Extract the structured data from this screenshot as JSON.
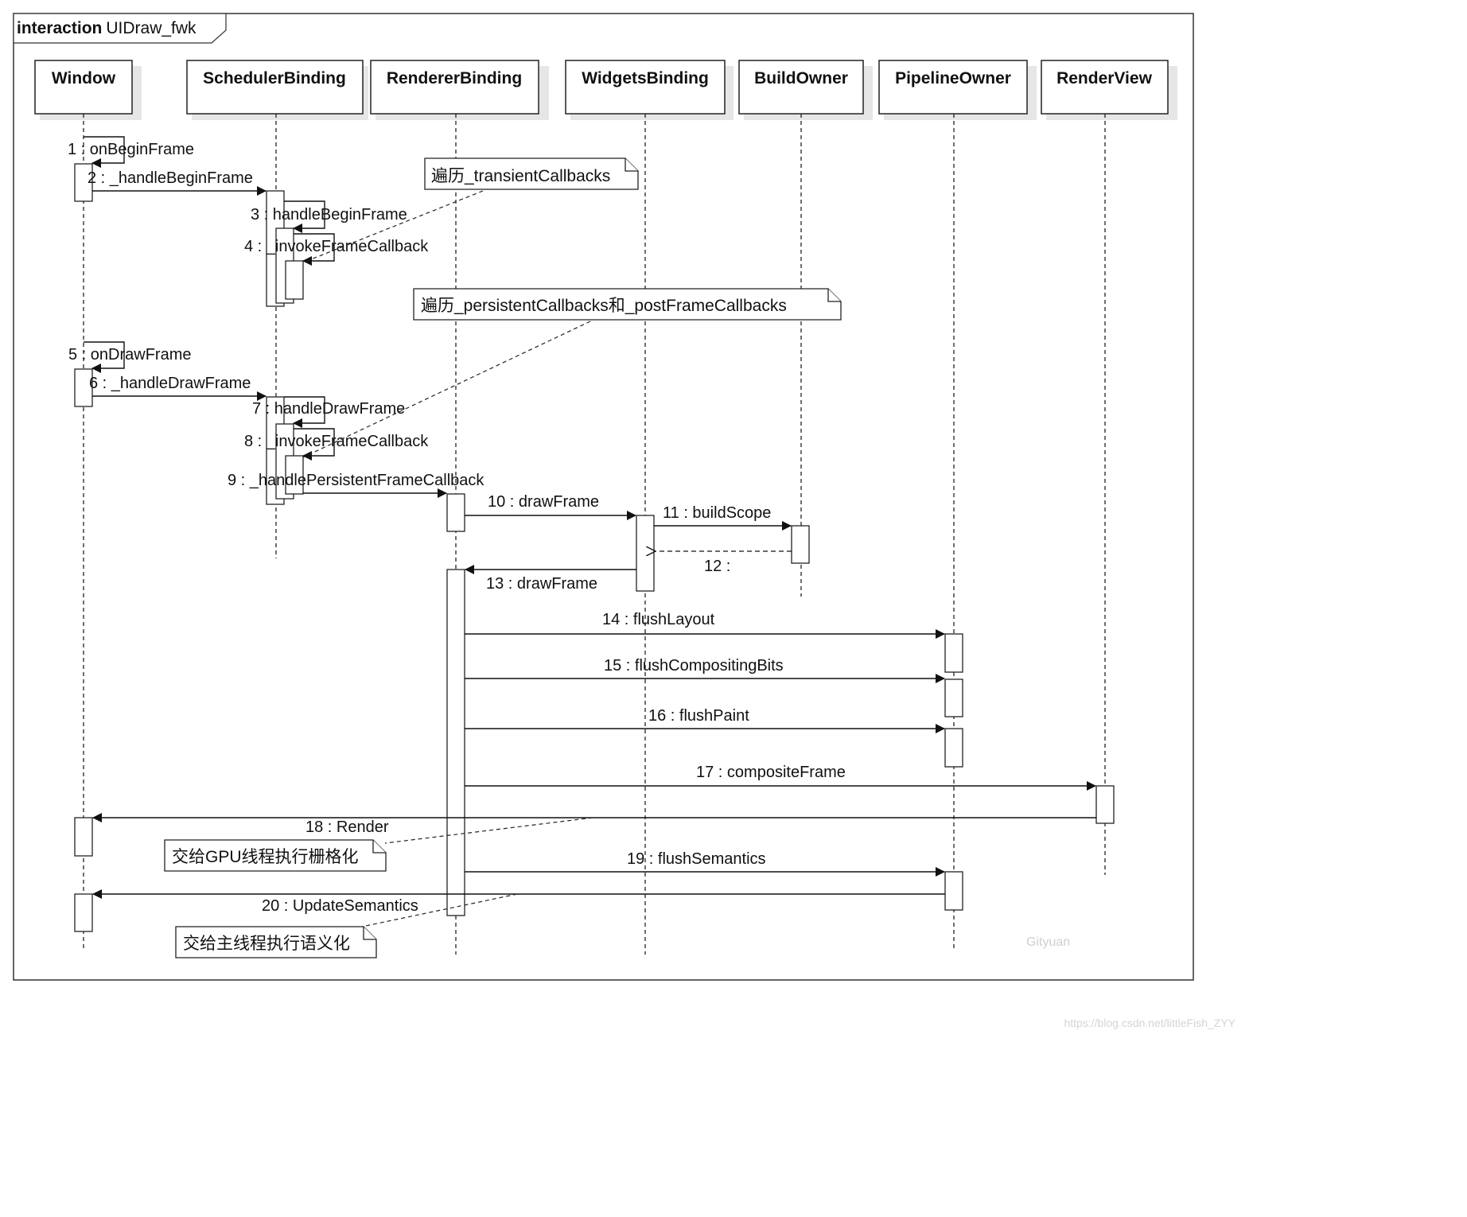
{
  "frame": {
    "keyword": "interaction",
    "name": "UIDraw_fwk"
  },
  "lifelines": [
    {
      "id": "window",
      "name": "Window"
    },
    {
      "id": "scheduler",
      "name": "SchedulerBinding"
    },
    {
      "id": "renderer",
      "name": "RendererBinding"
    },
    {
      "id": "widgets",
      "name": "WidgetsBinding"
    },
    {
      "id": "buildowner",
      "name": "BuildOwner"
    },
    {
      "id": "pipeline",
      "name": "PipelineOwner"
    },
    {
      "id": "renderview",
      "name": "RenderView"
    }
  ],
  "messages": [
    {
      "label": "1 : onBeginFrame",
      "from": "window",
      "to": "window",
      "kind": "self"
    },
    {
      "label": "2 : _handleBeginFrame",
      "from": "window",
      "to": "scheduler",
      "kind": "sync"
    },
    {
      "label": "3 : handleBeginFrame",
      "from": "scheduler",
      "to": "scheduler",
      "kind": "self"
    },
    {
      "label": "4 : _invokeFrameCallback",
      "from": "scheduler",
      "to": "scheduler",
      "kind": "self"
    },
    {
      "label": "5 : onDrawFrame",
      "from": "window",
      "to": "window",
      "kind": "self"
    },
    {
      "label": "6 : _handleDrawFrame",
      "from": "window",
      "to": "scheduler",
      "kind": "sync"
    },
    {
      "label": "7 : handleDrawFrame",
      "from": "scheduler",
      "to": "scheduler",
      "kind": "self"
    },
    {
      "label": "8 : _invokeFrameCallback",
      "from": "scheduler",
      "to": "scheduler",
      "kind": "self"
    },
    {
      "label": "9 : _handlePersistentFrameCallback",
      "from": "scheduler",
      "to": "renderer",
      "kind": "sync"
    },
    {
      "label": "10 : drawFrame",
      "from": "renderer",
      "to": "widgets",
      "kind": "sync"
    },
    {
      "label": "11 : buildScope",
      "from": "widgets",
      "to": "buildowner",
      "kind": "sync"
    },
    {
      "label": "12 :",
      "from": "buildowner",
      "to": "widgets",
      "kind": "return"
    },
    {
      "label": "13 : drawFrame",
      "from": "widgets",
      "to": "renderer",
      "kind": "sync"
    },
    {
      "label": "14 : flushLayout",
      "from": "renderer",
      "to": "pipeline",
      "kind": "sync"
    },
    {
      "label": "15 : flushCompositingBits",
      "from": "renderer",
      "to": "pipeline",
      "kind": "sync"
    },
    {
      "label": "16 : flushPaint",
      "from": "renderer",
      "to": "pipeline",
      "kind": "sync"
    },
    {
      "label": "17 : compositeFrame",
      "from": "renderer",
      "to": "renderview",
      "kind": "sync"
    },
    {
      "label": "18 : Render",
      "from": "renderview",
      "to": "window",
      "kind": "sync"
    },
    {
      "label": "19 : flushSemantics",
      "from": "renderer",
      "to": "pipeline",
      "kind": "sync"
    },
    {
      "label": "20 : UpdateSemantics",
      "from": "pipeline",
      "to": "window",
      "kind": "sync"
    }
  ],
  "notes": [
    {
      "id": "note-transient",
      "text": "遍历_transientCallbacks"
    },
    {
      "id": "note-persistent",
      "text": "遍历_persistentCallbacks和_postFrameCallbacks"
    },
    {
      "id": "note-gpu",
      "text": "交给GPU线程执行栅格化"
    },
    {
      "id": "note-semantics",
      "text": "交给主线程执行语义化"
    }
  ],
  "watermarks": {
    "author": "Gityuan",
    "source": "https://blog.csdn.net/littleFish_ZYY"
  }
}
